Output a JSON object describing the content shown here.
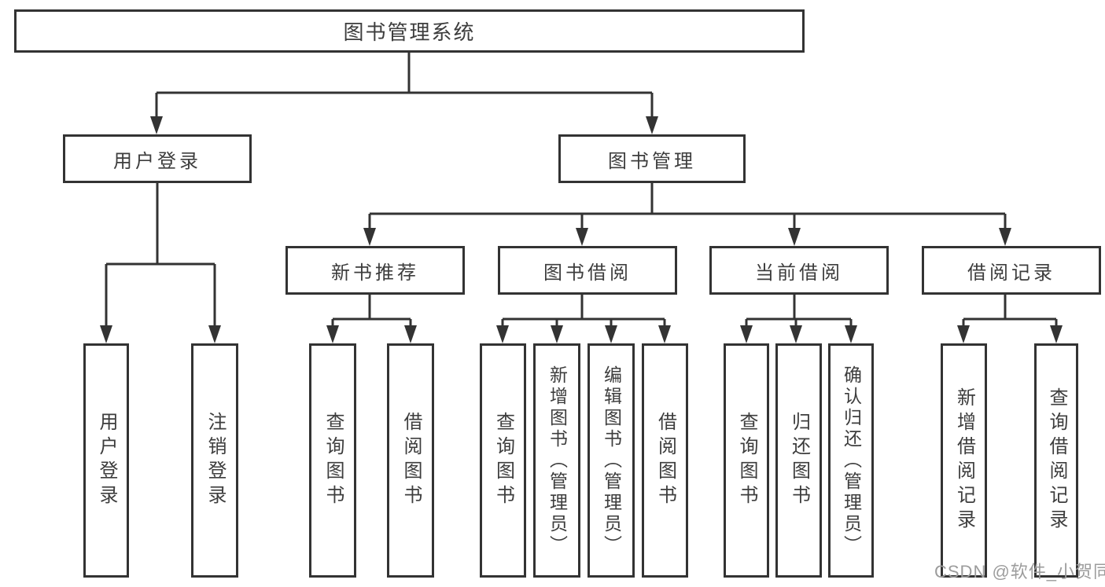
{
  "diagram": {
    "type": "tree",
    "root": {
      "label": "图书管理系统"
    },
    "level2": [
      {
        "id": "user-login",
        "label": "用户登录",
        "parent": "图书管理系统"
      },
      {
        "id": "book-management",
        "label": "图书管理",
        "parent": "图书管理系统"
      }
    ],
    "level3": [
      {
        "id": "new-book-recommendation",
        "label": "新书推荐",
        "parent": "图书管理"
      },
      {
        "id": "book-borrowing",
        "label": "图书借阅",
        "parent": "图书管理"
      },
      {
        "id": "current-borrowing",
        "label": "当前借阅",
        "parent": "图书管理"
      },
      {
        "id": "borrowing-records",
        "label": "借阅记录",
        "parent": "图书管理"
      }
    ],
    "leaves": [
      {
        "label": "用户登录",
        "parent": "用户登录"
      },
      {
        "label": "注销登录",
        "parent": "用户登录"
      },
      {
        "label": "查询图书",
        "parent": "新书推荐"
      },
      {
        "label": "借阅图书",
        "parent": "新书推荐"
      },
      {
        "label": "查询图书",
        "parent": "图书借阅"
      },
      {
        "label": "新增图书（管理员）",
        "parent": "图书借阅"
      },
      {
        "label": "编辑图书（管理员）",
        "parent": "图书借阅"
      },
      {
        "label": "借阅图书",
        "parent": "图书借阅"
      },
      {
        "label": "查询图书",
        "parent": "当前借阅"
      },
      {
        "label": "归还图书",
        "parent": "当前借阅"
      },
      {
        "label": "确认归还（管理员）",
        "parent": "当前借阅"
      },
      {
        "label": "新增借阅记录",
        "parent": "借阅记录"
      },
      {
        "label": "查询借阅记录",
        "parent": "借阅记录"
      }
    ],
    "colors": {
      "line": "#333333",
      "text": "#3d3d3d",
      "box_background": "#ffffff",
      "page_background": "#ffffff",
      "watermark": "#9c9c9c"
    },
    "watermark": "CSDN @软件_小贺同学"
  }
}
